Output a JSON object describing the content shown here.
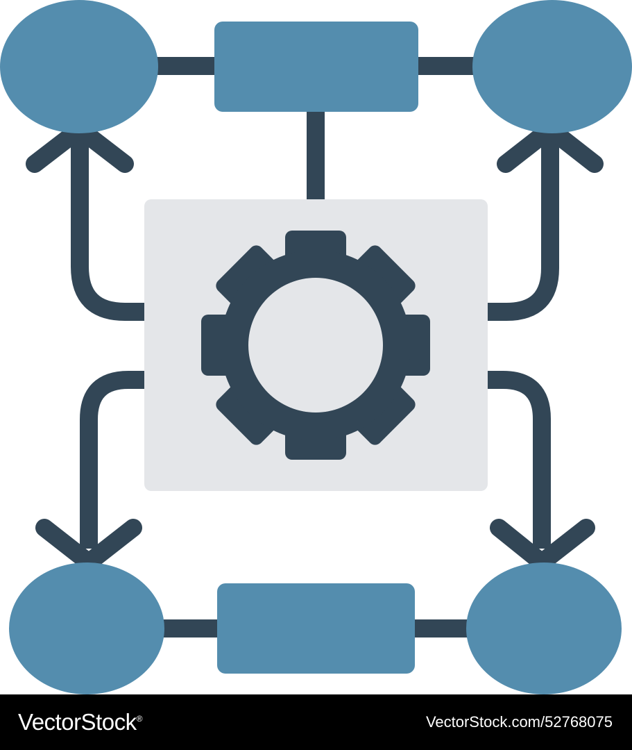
{
  "colors": {
    "node_fill": "#548dae",
    "connector_stroke": "#324656",
    "gear_fill": "#324656",
    "process_box_fill": "#e4e6e9",
    "footer_background": "#000000",
    "footer_text": "#ffffff"
  },
  "nodes": {
    "top_left": "ellipse",
    "top_center": "rectangle",
    "top_right": "ellipse",
    "bottom_left": "ellipse",
    "bottom_center": "rectangle",
    "bottom_right": "ellipse"
  },
  "center": {
    "icon": "gear-icon"
  },
  "footer": {
    "brand": "VectorStock",
    "registered_mark": "®",
    "image_id": "VectorStock.com/52768075"
  }
}
